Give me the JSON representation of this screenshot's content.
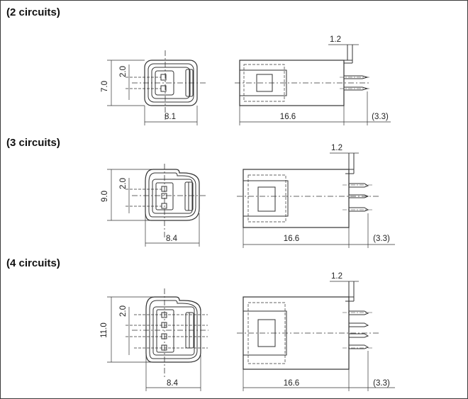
{
  "sections": [
    {
      "title": "(2 circuits)",
      "height_label": "7.0",
      "pitch_label": "2.0",
      "width_label": "8.1",
      "side_thickness_label": "1.2",
      "length_label": "16.6",
      "pin_length_label": "(3.3)"
    },
    {
      "title": "(3 circuits)",
      "height_label": "9.0",
      "pitch_label": "2.0",
      "width_label": "8.4",
      "side_thickness_label": "1.2",
      "length_label": "16.6",
      "pin_length_label": "(3.3)"
    },
    {
      "title": "(4 circuits)",
      "height_label": "11.0",
      "pitch_label": "2.0",
      "width_label": "8.4",
      "side_thickness_label": "1.2",
      "length_label": "16.6",
      "pin_length_label": "(3.3)"
    }
  ]
}
